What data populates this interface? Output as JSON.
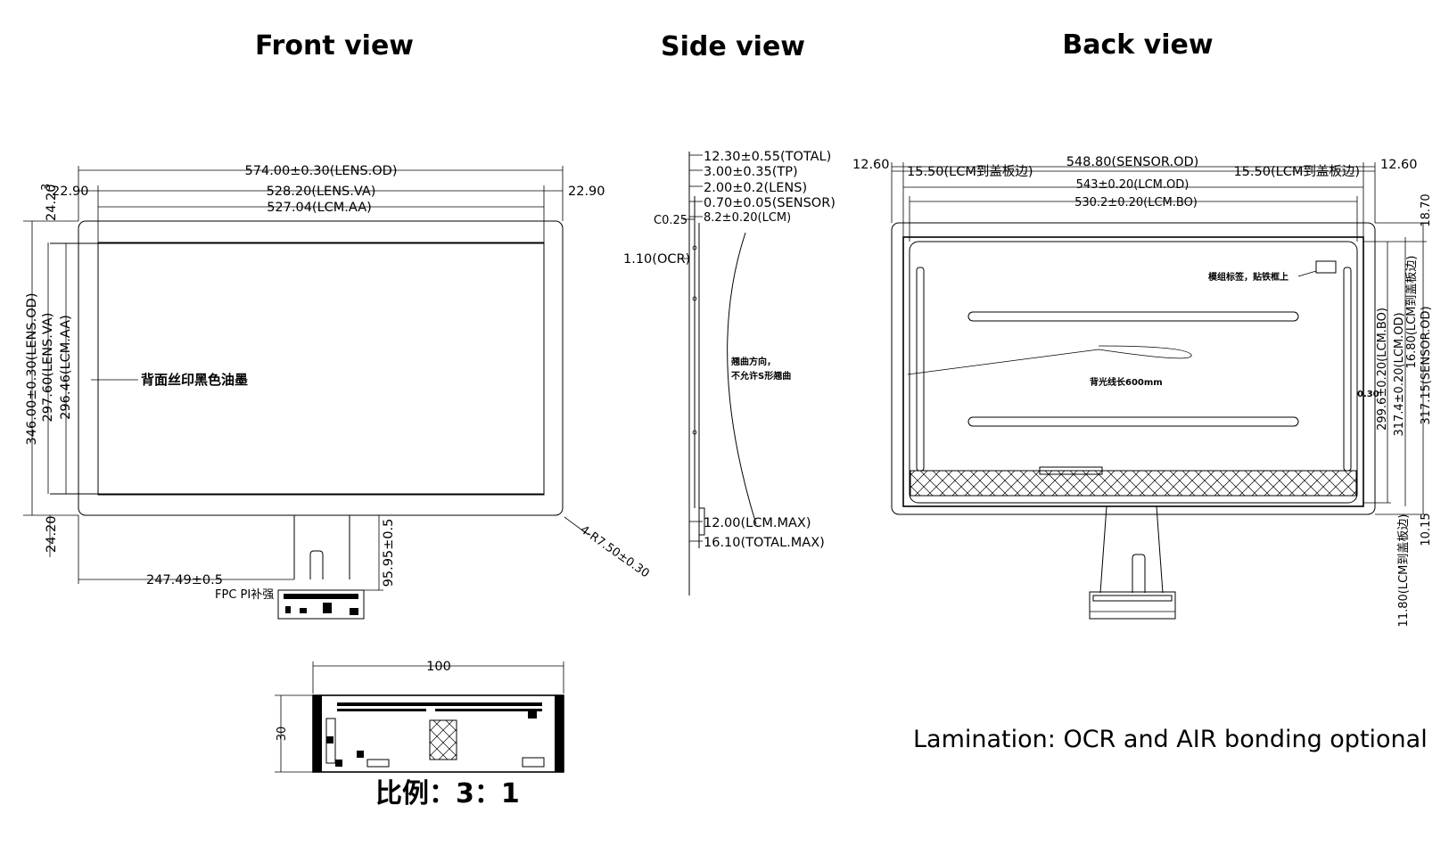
{
  "titles": {
    "front": "Front view",
    "side": "Side view",
    "back": "Back view"
  },
  "front": {
    "lens_od": "574.00±0.30(LENS.OD)",
    "lens_va": "528.20(LENS.VA)",
    "lcm_aa": "527.04(LCM.AA)",
    "left_margin": "22.90",
    "right_margin": "22.90",
    "top_margin": "24.20",
    "top_small": "3",
    "bottom_margin": "24.20",
    "height_lens_od": "346.00±0.30(LENS.OD)",
    "height_lens_va": "297.60(LENS.VA)",
    "height_lcm_aa": "296.46(LCM.AA)",
    "ink_note": "背面丝印黑色油墨",
    "corner_radius": "4-R7.50±0.30",
    "fpc_offset": "247.49±0.5",
    "fpc_length": "95.95±0.5",
    "fpc_label": "FPC PI补强"
  },
  "side": {
    "total": "12.30±0.55(TOTAL)",
    "tp": "3.00±0.35(TP)",
    "lens": "2.00±0.2(LENS)",
    "sensor": "0.70±0.05(SENSOR)",
    "lcm": "8.2±0.20(LCM)",
    "chamfer": "C0.25",
    "ocr": "1.10(OCR)",
    "curve_note_1": "翘曲方向，",
    "curve_note_2": "不允许S形翘曲",
    "lcm_max": "12.00(LCM.MAX)",
    "total_max": "16.10(TOTAL.MAX)"
  },
  "back": {
    "left_margin": "12.60",
    "right_margin": "12.60",
    "left_edge": "15.50(LCM到盖板边)",
    "right_edge": "15.50(LCM到盖板边)",
    "sensor_od": "548.80(SENSOR.OD)",
    "lcm_od": "543±0.20(LCM.OD)",
    "lcm_bo": "530.2±0.20(LCM.BO)",
    "label_note": "模组标签，贴铁框上",
    "backlight_note": "背光线长600mm",
    "small_dim": "0.30",
    "height_lcm_bo": "299.6±0.20(LCM.BO)",
    "height_lcm_od": "317.4±0.20(LCM.OD)",
    "height_top_edge": "16.80(LCM到盖板边)",
    "height_sensor_od": "317.15(SENSOR.OD)",
    "top_right": "18.70",
    "bottom_right": "10.15",
    "bottom_edge": "11.80(LCM到盖板边)"
  },
  "detail": {
    "width": "100",
    "height": "30",
    "scale": "比例：3：1"
  },
  "lamination": "Lamination: OCR and AIR bonding optional"
}
